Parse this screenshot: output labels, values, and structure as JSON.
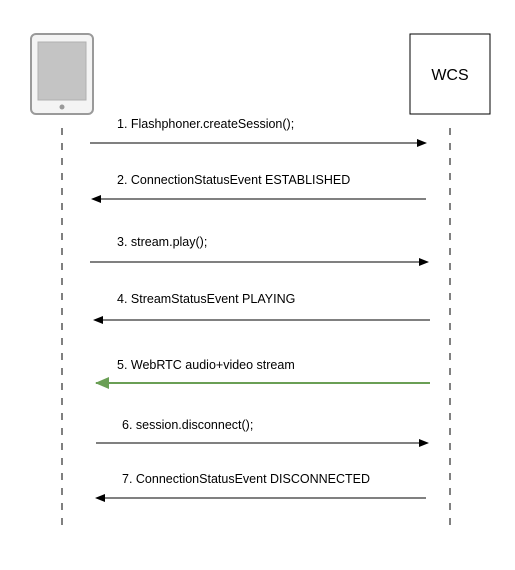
{
  "participants": {
    "client": {
      "icon": "tablet-icon"
    },
    "server": {
      "label": "WCS"
    }
  },
  "messages": [
    {
      "label": "1. Flashphoner.createSession();",
      "direction": "to-server",
      "color": "#000000"
    },
    {
      "label": "2. ConnectionStatusEvent ESTABLISHED",
      "direction": "to-client",
      "color": "#000000"
    },
    {
      "label": "3. stream.play();",
      "direction": "to-server",
      "color": "#000000"
    },
    {
      "label": "4. StreamStatusEvent PLAYING",
      "direction": "to-client",
      "color": "#000000"
    },
    {
      "label": "5. WebRTC audio+video stream",
      "direction": "to-client",
      "color": "#6a9f55"
    },
    {
      "label": "6. session.disconnect();",
      "direction": "to-server",
      "color": "#000000"
    },
    {
      "label": "7. ConnectionStatusEvent DISCONNECTED",
      "direction": "to-client",
      "color": "#000000"
    }
  ]
}
